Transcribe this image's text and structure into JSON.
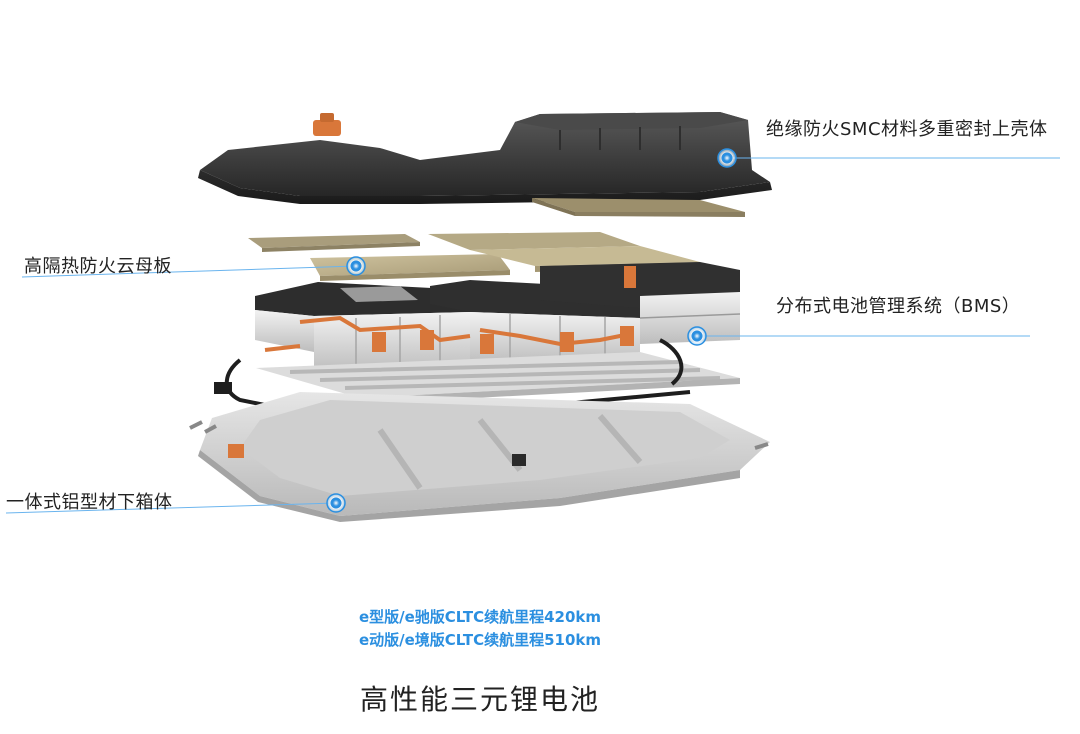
{
  "callouts": {
    "upper_housing": "绝缘防火SMC材料多重密封上壳体",
    "mica_board": "高隔热防火云母板",
    "bms": "分布式电池管理系统（BMS）",
    "lower_housing": "一体式铝型材下箱体"
  },
  "range_info": {
    "line1": "e型版/e驰版CLTC续航里程420km",
    "line2": "e动版/e境版CLTC续航里程510km"
  },
  "title": "高性能三元锂电池",
  "colors": {
    "accent": "#2b8fe0",
    "leader_line": "#6ab4ee",
    "housing_dark": "#3a3a3a",
    "mica": "#bfb08c",
    "copper": "#d9773a",
    "aluminum": "#d6d6d6"
  }
}
